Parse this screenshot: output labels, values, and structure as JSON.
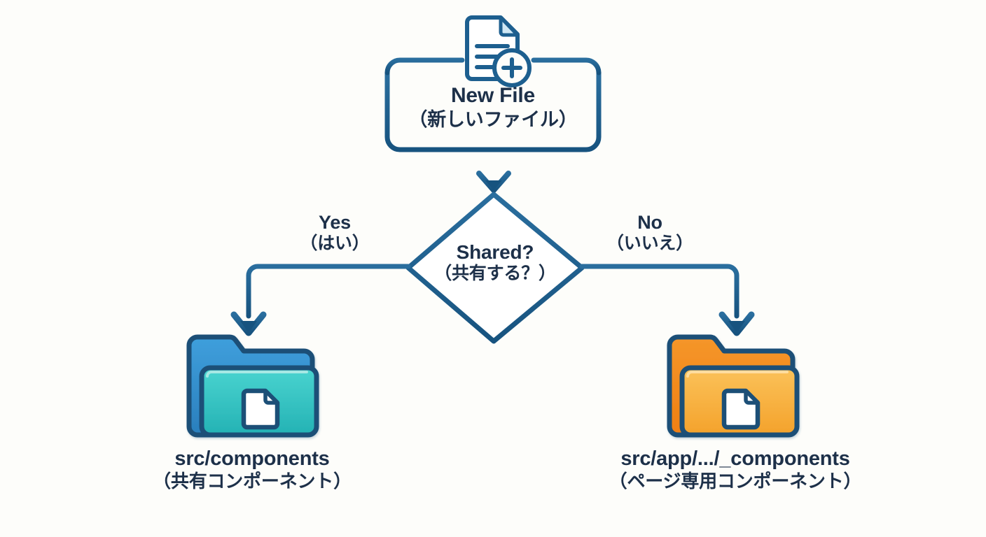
{
  "diagram": {
    "title": "New File placement decision flowchart",
    "background_color": "#fdfdfa",
    "line_color": "#1d5f8f",
    "text_color": "#1d3049"
  },
  "nodes": {
    "start": {
      "name": "new-file",
      "label_en": "New File",
      "label_ja": "（新しいファイル）",
      "icon": "new-file-icon",
      "shape": "rounded-rectangle"
    },
    "decision": {
      "name": "shared-decision",
      "label_en": "Shared?",
      "label_ja": "（共有する？）",
      "shape": "diamond"
    },
    "left_result": {
      "name": "shared-components-folder",
      "label_en": "src/components",
      "label_ja": "（共有コンポーネント）",
      "icon": "folder-icon",
      "folder_color": "#2f9fd0",
      "folder_accent_color": "#2fbfc0"
    },
    "right_result": {
      "name": "page-components-folder",
      "label_en": "src/app/.../_components",
      "label_ja": "（ページ専用コンポーネント）",
      "icon": "folder-icon",
      "folder_color": "#f08a1d",
      "folder_accent_color": "#f9b43f"
    }
  },
  "edges": {
    "start_to_decision": {
      "name": "edge-start-to-decision",
      "label": ""
    },
    "yes_branch": {
      "name": "edge-yes",
      "label_en": "Yes",
      "label_ja": "（はい）"
    },
    "no_branch": {
      "name": "edge-no",
      "label_en": "No",
      "label_ja": "（いいえ）"
    }
  }
}
